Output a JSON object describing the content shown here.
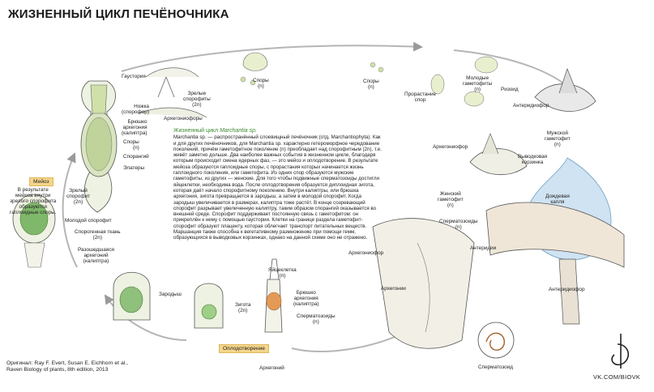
{
  "title": "ЖИЗНЕННЫЙ ЦИКЛ ПЕЧЁНОЧНИКА",
  "labels": {
    "gaustoria": "Гаустория",
    "nozhka": "Ножка\n(спорофор)",
    "bryushko_top": "Брюшко\nархегония\n(калиптра)",
    "spory_left": "Споры\n(n)",
    "sporangiy": "Спорангий",
    "elatery": "Элатеры",
    "zrelyy_sporofit_left": "Зрелый\nспорофит\n(2n)",
    "zrelye_sporofity": "Зрелые\nспорофиты\n(2n)",
    "arkhegoniofory": "Архегониофоры",
    "spory_top1": "Споры\n(n)",
    "spory_top2": "Споры\n(n)",
    "prorastanie": "Прорастание\nспор",
    "molodye_gametofity": "Молодые\nгаметофиты\n(n)",
    "rizoid": "Ризоид",
    "anteridiofor_top": "Антеридиофор",
    "muzhskoy_gametofit": "Мужской\nгаметофит\n(n)",
    "arkhegoniofor_mid": "Архегониофор",
    "vyvodkovaya": "Выводковая\nкорзинка",
    "zhenskiy_gametofit": "Женский\nгаметофит\n(n)",
    "dozhdevaya": "Дождевая\nкапля",
    "spermatozoidy_right": "Сперматозоиды\n(n)",
    "anteridii": "Антеридии",
    "arkhegoniofor_bottom": "Архегониофор",
    "arkhegonii": "Архегонии",
    "anteridiofor_bottom": "Антеридиофор",
    "spermatozoid_bottom": "Сперматозоид",
    "meioz_note": "В результате\nмейоза внутри\nзрелого спорофита\nобразуются\nгаплоидные споры.",
    "molodoy_sporofit": "Молодой спорофит",
    "sporogennaya": "Спорогенная ткань\n(2n)",
    "razoshedshayasya": "Разошедшаяся\nархегоний\n(калиптра)",
    "zarodysh": "Зародыш",
    "zigota": "Зигота\n(2n)",
    "yaytsekletka": "Яйцеклетка\n(n)",
    "bryushko_bottom": "Брюшко\nархегония\n(калиптра)",
    "spermatozoidy_bottom": "Сперматозоиды\n(n)",
    "arkhegoniy_bottom": "Архегоний"
  },
  "tags": {
    "meioz": "Мейоз",
    "oplodotvorenie": "Оплодотворение"
  },
  "description": {
    "heading_prefix": "Жизненный цикл ",
    "heading_species": "Marchantia sp.",
    "body": "Marchantia sp. — распространённый слоевищный печёночник (отд. Marchantiophyta). Как и для других печёночников, для Marchantia sp. характерно гетероморфное чередование поколений, причём гаметофитное поколение (n) преобладает над спорофитным (2n), т.е. живёт заметно дольше. Два наиболее важных события в жизненном цикле, благодаря которым происходит смена ядерных фаз, — это мейоз и оплодотворение. В результате мейоза образуются гаплоидные споры, с прорастания которых начинается жизнь гаплоидного поколения, или гаметофита. Из одних спор образуются мужские гаметофиты, из других — женские. Для того чтобы подвижные сперматозоиды достигли яйцеклетки, необходима вода. После оплодотворения образуется диплоидная зигота, которая даёт начало спорофитному поколению. Внутри калиптры, или брюшка архегония, зигота превращается в зародыш, а затем в молодой спорофит. Когда зародыш увеличивается в размерах, калиптра тоже растёт. В конце созревающий спорофит разрывает увеличенную калиптру, таким образом спорангий оказывается во внешней среде. Спорофит поддерживает постоянную связь с гаметофитом: он прикреплён к нему с помощью гаустории. Клетки на границе раздела гаметофит-спорофит образуют плаценту, которая облегчает транспорт питательных веществ. Маршанция также способна к вегетативному размножению при помощи гемм, образующихся в выводковых корзинках, однако на данной схеме оно не отражено."
  },
  "credit": "Оригинал: Ray F. Evert, Susan E. Eichhorn et al.,\nRaven Biology of plants, 8th edition, 2013",
  "brand": "VK.COM/BIOVK",
  "colors": {
    "meioz_tag": "#f4d58a",
    "zygote_green": "#7fb86a",
    "egg_orange": "#e39a55",
    "raindrop_blue": "#cfe3f2",
    "heading_green": "#3c8a2e"
  }
}
